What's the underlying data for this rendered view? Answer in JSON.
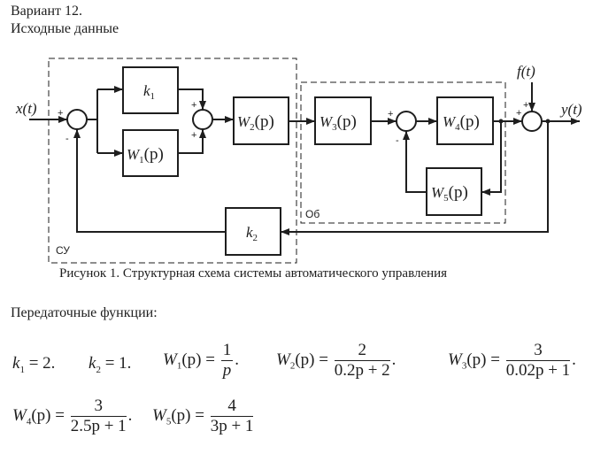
{
  "header": {
    "variant": "Вариант 12.",
    "subtitle": "Исходные данные"
  },
  "diagram": {
    "regions": {
      "control": "СУ",
      "plant": "Об"
    },
    "signals": {
      "input": "x(t)",
      "disturbance": "f(t)",
      "output": "y(t)"
    },
    "blocks": [
      {
        "id": "k1",
        "name": "k",
        "sub": "1"
      },
      {
        "id": "W1",
        "name": "W",
        "sub": "1",
        "arg": "(p)"
      },
      {
        "id": "W2",
        "name": "W",
        "sub": "2",
        "arg": "(p)"
      },
      {
        "id": "W3",
        "name": "W",
        "sub": "3",
        "arg": "(p)"
      },
      {
        "id": "W4",
        "name": "W",
        "sub": "4",
        "arg": "(p)"
      },
      {
        "id": "W5",
        "name": "W",
        "sub": "5",
        "arg": "(p)"
      },
      {
        "id": "k2",
        "name": "k",
        "sub": "2"
      }
    ],
    "signs": {
      "plus": "+",
      "minus": "-"
    },
    "caption": "Рисунок 1. Структурная схема системы автоматического управления"
  },
  "transfer": {
    "title": "Передаточные функции:",
    "k1": {
      "lhs": "k",
      "sub": "1",
      "value": "2",
      "end": "."
    },
    "k2": {
      "lhs": "k",
      "sub": "2",
      "value": "1",
      "end": "."
    },
    "W1": {
      "lhs": "W",
      "sub": "1",
      "num": "1",
      "den": "p",
      "end": "."
    },
    "W2": {
      "lhs": "W",
      "sub": "2",
      "num": "2",
      "den": "0.2p + 2",
      "end": "."
    },
    "W3": {
      "lhs": "W",
      "sub": "3",
      "num": "3",
      "den": "0.02p + 1",
      "end": "."
    },
    "W4": {
      "lhs": "W",
      "sub": "4",
      "num": "3",
      "den": "2.5p + 1",
      "end": "."
    },
    "W5": {
      "lhs": "W",
      "sub": "5",
      "num": "4",
      "den": "3p + 1",
      "end": ""
    },
    "arg": "(p) ="
  }
}
